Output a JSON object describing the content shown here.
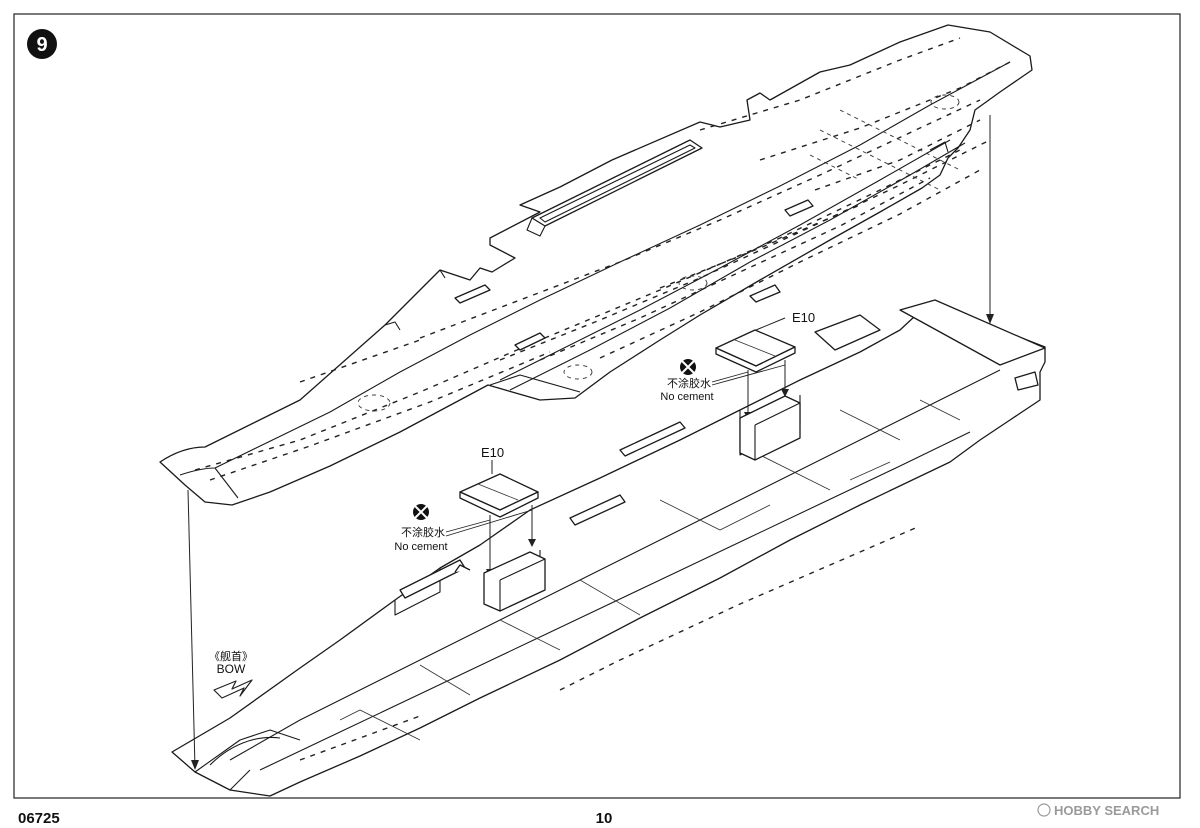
{
  "step": {
    "number": "9"
  },
  "parts": {
    "upper_label": "E10",
    "lower_label": "E10"
  },
  "notes": {
    "upper_cn": "不涂胶水",
    "upper_en": "No cement",
    "lower_cn": "不涂胶水",
    "lower_en": "No cement"
  },
  "direction": {
    "cn": "《舰首》",
    "en": "BOW"
  },
  "footer": {
    "product_code": "06725",
    "page_number": "10",
    "watermark": "HOBBY SEARCH"
  },
  "icons": {
    "no_cement": "no-cement-icon",
    "bow_arrow": "arrow-icon"
  }
}
